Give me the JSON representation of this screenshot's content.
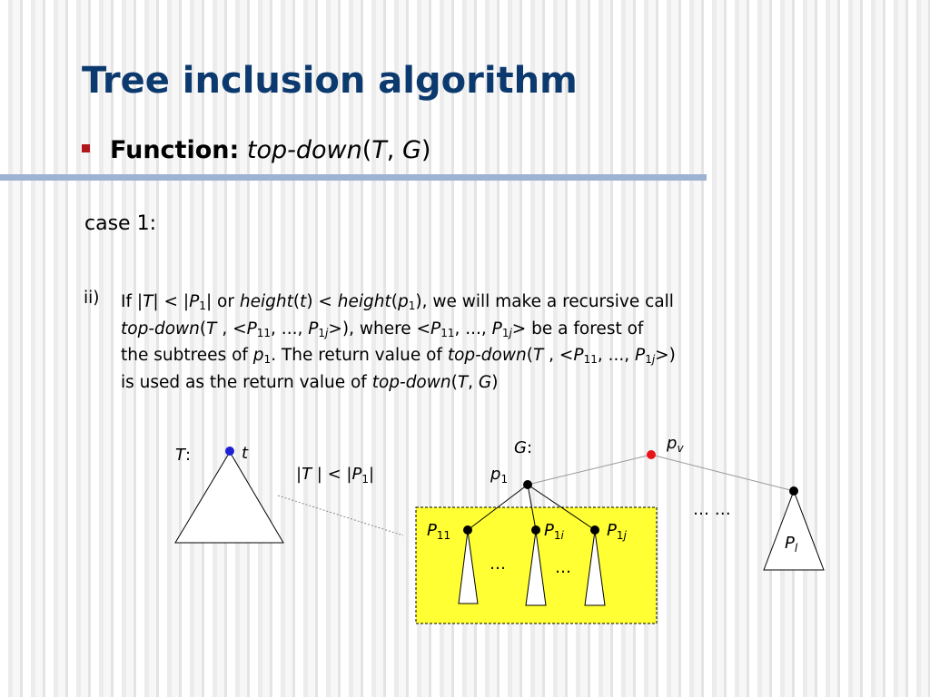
{
  "slide": {
    "title": "Tree inclusion algorithm",
    "bullet": {
      "label": "Function:",
      "func_name": "top-down",
      "arg1": "T",
      "arg2": "G"
    },
    "case_heading": "case 1:",
    "item_marker": "ii)",
    "colors": {
      "title": "#0d3a6e",
      "bullet": "#b0161e",
      "rule": "#9db3d2",
      "highlight_fill": "#ffff33",
      "node_blue": "#1f1fd6",
      "node_red": "#e8141a"
    }
  },
  "diagram": {
    "T_label": "T",
    "t_label": "t",
    "comparison": "|T | < |P1|",
    "G_label": "G",
    "p1_label": "p1",
    "pv_label": "pv",
    "P11_label": "P11",
    "P1i_label": "P1i",
    "P1j_label": "P1j",
    "Pl_label": "Pl",
    "ellipsis": "…",
    "ellipsis_double": "… …"
  }
}
